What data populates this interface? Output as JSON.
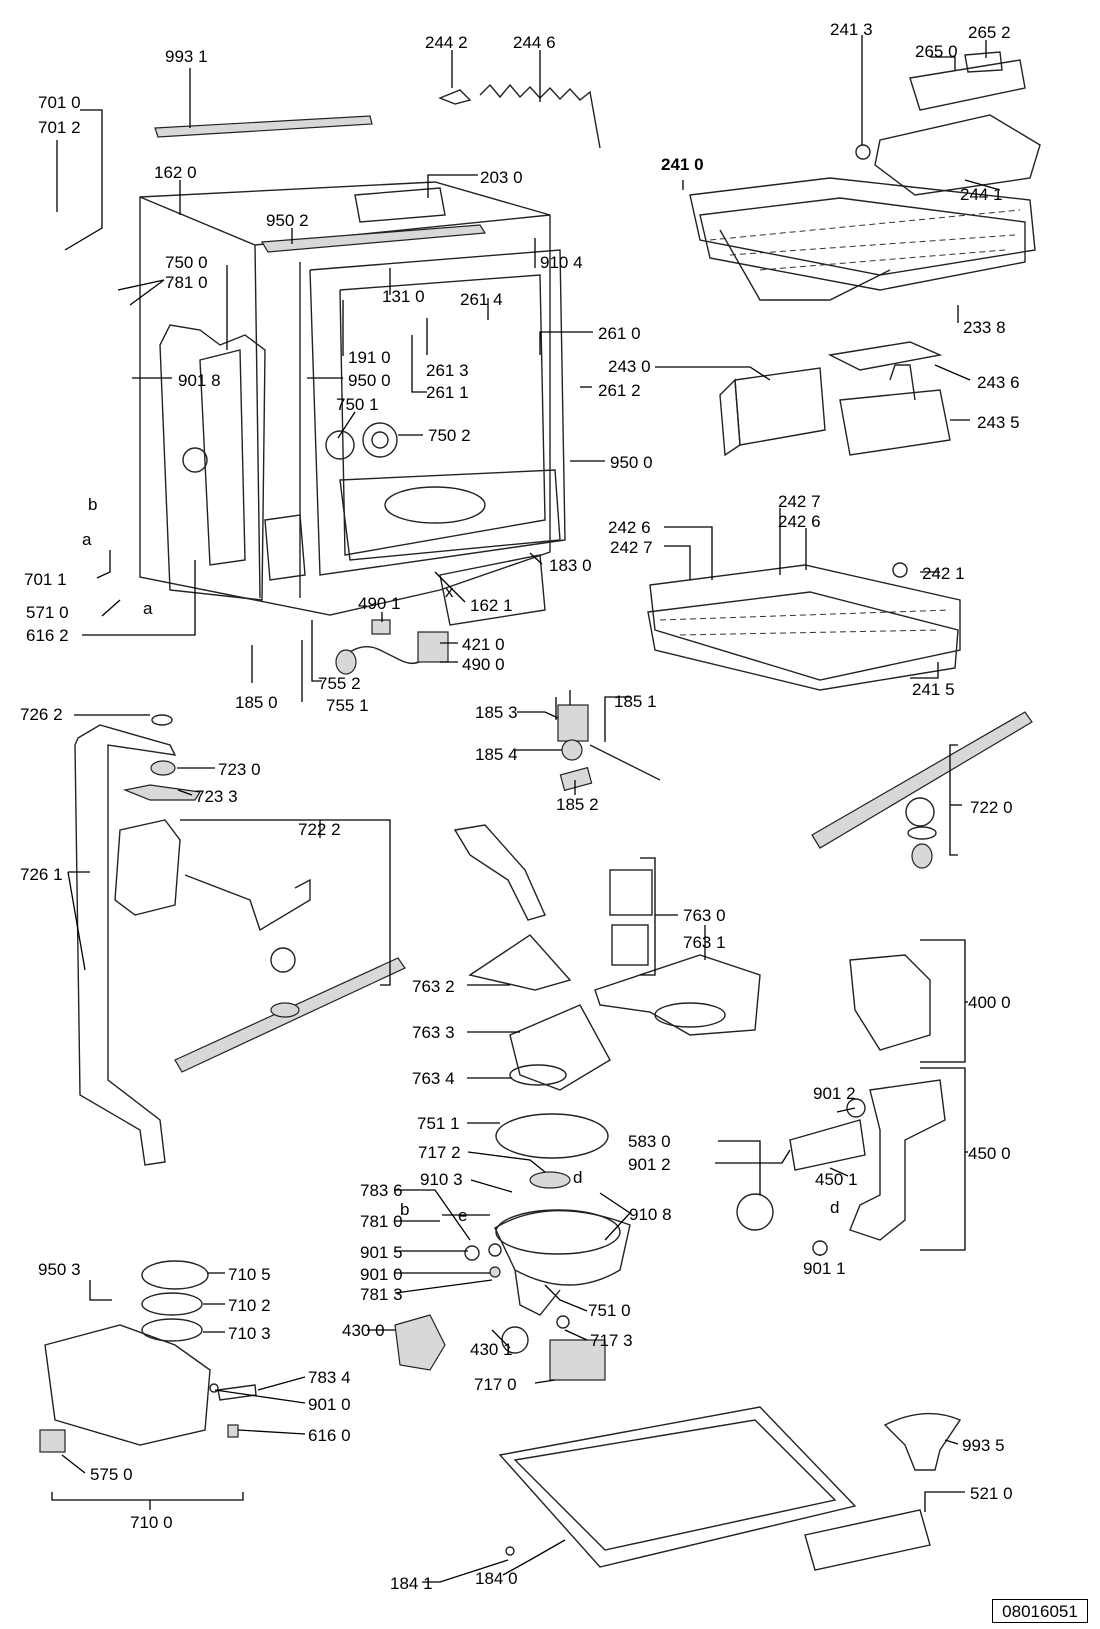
{
  "reference_id": "08016051",
  "labels": [
    {
      "t": "993 1",
      "b": false
    },
    {
      "t": "244 2",
      "b": false
    },
    {
      "t": "244 6",
      "b": false
    },
    {
      "t": "241 3",
      "b": false
    },
    {
      "t": "265 2",
      "b": false
    },
    {
      "t": "265 0",
      "b": false
    },
    {
      "t": "701 0",
      "b": false
    },
    {
      "t": "701 2",
      "b": false
    },
    {
      "t": "162 0",
      "b": false
    },
    {
      "t": "203 0",
      "b": false
    },
    {
      "t": "241 0",
      "b": true
    },
    {
      "t": "244 1",
      "b": false
    },
    {
      "t": "950 2",
      "b": false
    },
    {
      "t": "910 4",
      "b": false
    },
    {
      "t": "750 0",
      "b": false
    },
    {
      "t": "781 0",
      "b": false
    },
    {
      "t": "131 0",
      "b": false
    },
    {
      "t": "261 4",
      "b": false
    },
    {
      "t": "233 8",
      "b": false
    },
    {
      "t": "261 0",
      "b": false
    },
    {
      "t": "191 0",
      "b": false
    },
    {
      "t": "243 0",
      "b": false
    },
    {
      "t": "261 3",
      "b": false
    },
    {
      "t": "243 6",
      "b": false
    },
    {
      "t": "901 8",
      "b": false
    },
    {
      "t": "950 0",
      "b": false
    },
    {
      "t": "261 1",
      "b": false
    },
    {
      "t": "261 2",
      "b": false
    },
    {
      "t": "750 1",
      "b": false
    },
    {
      "t": "243 5",
      "b": false
    },
    {
      "t": "750 2",
      "b": false
    },
    {
      "t": "950 0",
      "b": false
    },
    {
      "t": "b",
      "b": false
    },
    {
      "t": "a",
      "b": false
    },
    {
      "t": "242 6",
      "b": false
    },
    {
      "t": "242 7",
      "b": false
    },
    {
      "t": "242 7",
      "b": false
    },
    {
      "t": "242 6",
      "b": false
    },
    {
      "t": "183 0",
      "b": false
    },
    {
      "t": "701 1",
      "b": false
    },
    {
      "t": "242 1",
      "b": false
    },
    {
      "t": "a",
      "b": false
    },
    {
      "t": "x",
      "b": false
    },
    {
      "t": "571 0",
      "b": false
    },
    {
      "t": "490 1",
      "b": false
    },
    {
      "t": "162 1",
      "b": false
    },
    {
      "t": "616 2",
      "b": false
    },
    {
      "t": "421 0",
      "b": false
    },
    {
      "t": "490 0",
      "b": false
    },
    {
      "t": "241 5",
      "b": false
    },
    {
      "t": "755 2",
      "b": false
    },
    {
      "t": "185 0",
      "b": false
    },
    {
      "t": "755 1",
      "b": false
    },
    {
      "t": "185 1",
      "b": false
    },
    {
      "t": "726 2",
      "b": false
    },
    {
      "t": "185 3",
      "b": false
    },
    {
      "t": "185 4",
      "b": false
    },
    {
      "t": "723 0",
      "b": false
    },
    {
      "t": "723 3",
      "b": false
    },
    {
      "t": "185 2",
      "b": false
    },
    {
      "t": "722 0",
      "b": false
    },
    {
      "t": "722 2",
      "b": false
    },
    {
      "t": "726 1",
      "b": false
    },
    {
      "t": "763 0",
      "b": false
    },
    {
      "t": "763 1",
      "b": false
    },
    {
      "t": "763 2",
      "b": false
    },
    {
      "t": "400 0",
      "b": false
    },
    {
      "t": "763 3",
      "b": false
    },
    {
      "t": "763 4",
      "b": false
    },
    {
      "t": "901 2",
      "b": false
    },
    {
      "t": "751 1",
      "b": false
    },
    {
      "t": "583 0",
      "b": false
    },
    {
      "t": "717 2",
      "b": false
    },
    {
      "t": "901 2",
      "b": false
    },
    {
      "t": "450 0",
      "b": false
    },
    {
      "t": "910 3",
      "b": false
    },
    {
      "t": "d",
      "b": false
    },
    {
      "t": "450 1",
      "b": false
    },
    {
      "t": "783 6",
      "b": false
    },
    {
      "t": "910 8",
      "b": false
    },
    {
      "t": "b",
      "b": false
    },
    {
      "t": "e",
      "b": false
    },
    {
      "t": "781 0",
      "b": false
    },
    {
      "t": "d",
      "b": false
    },
    {
      "t": "901 5",
      "b": false
    },
    {
      "t": "901 1",
      "b": false
    },
    {
      "t": "950 3",
      "b": false
    },
    {
      "t": "710 5",
      "b": false
    },
    {
      "t": "901 0",
      "b": false
    },
    {
      "t": "781 3",
      "b": false
    },
    {
      "t": "751 0",
      "b": false
    },
    {
      "t": "710 2",
      "b": false
    },
    {
      "t": "430 0",
      "b": false
    },
    {
      "t": "717 3",
      "b": false
    },
    {
      "t": "710 3",
      "b": false
    },
    {
      "t": "430 1",
      "b": false
    },
    {
      "t": "717 0",
      "b": false
    },
    {
      "t": "783 4",
      "b": false
    },
    {
      "t": "901 0",
      "b": false
    },
    {
      "t": "616 0",
      "b": false
    },
    {
      "t": "993 5",
      "b": false
    },
    {
      "t": "575 0",
      "b": false
    },
    {
      "t": "521 0",
      "b": false
    },
    {
      "t": "710 0",
      "b": false
    },
    {
      "t": "184 1",
      "b": false
    },
    {
      "t": "184 0",
      "b": false
    }
  ]
}
